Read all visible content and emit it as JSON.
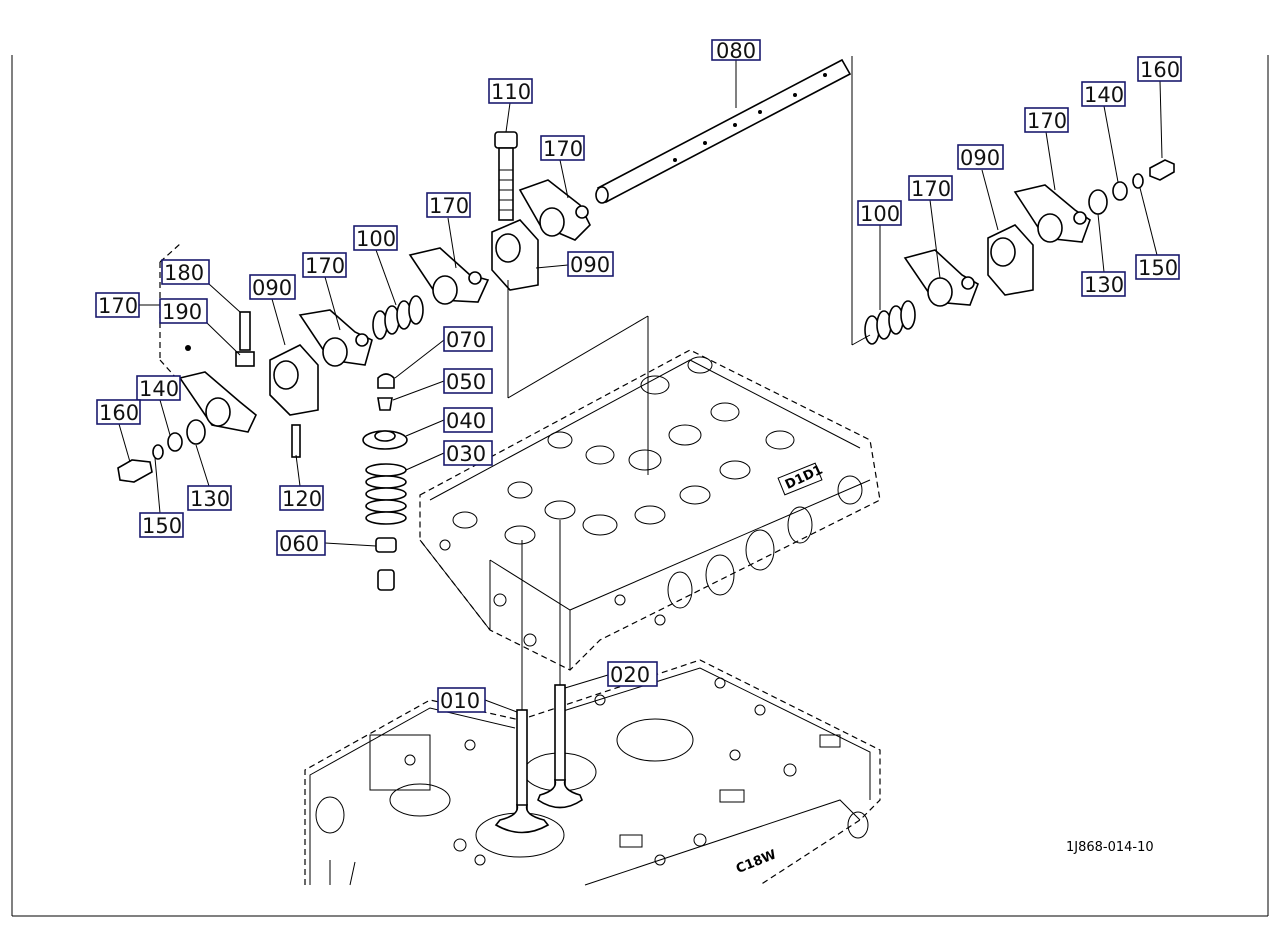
{
  "drawing": {
    "reference_code": "1J868-014-10",
    "engine_marks": [
      "D1D1",
      "C18W"
    ],
    "callouts": [
      {
        "id": "shaft",
        "text": "080"
      },
      {
        "id": "bolt-top",
        "text": "110"
      },
      {
        "id": "rocker-top",
        "text": "170"
      },
      {
        "id": "rocker-mid",
        "text": "170"
      },
      {
        "id": "bracket-mid",
        "text": "090"
      },
      {
        "id": "spring-mid",
        "text": "100"
      },
      {
        "id": "rocker-left-2",
        "text": "170"
      },
      {
        "id": "bracket-left",
        "text": "090"
      },
      {
        "id": "stud-left",
        "text": "180"
      },
      {
        "id": "rocker-left",
        "text": "170"
      },
      {
        "id": "nut-left",
        "text": "190"
      },
      {
        "id": "washer-left",
        "text": "140"
      },
      {
        "id": "bolt-left",
        "text": "160"
      },
      {
        "id": "ring-left",
        "text": "150"
      },
      {
        "id": "oring-left",
        "text": "130"
      },
      {
        "id": "pin-left",
        "text": "120"
      },
      {
        "id": "cap",
        "text": "070"
      },
      {
        "id": "collet",
        "text": "050"
      },
      {
        "id": "retainer",
        "text": "040"
      },
      {
        "id": "valve-spring",
        "text": "030"
      },
      {
        "id": "stem-seal",
        "text": "060"
      },
      {
        "id": "intake-valve",
        "text": "010"
      },
      {
        "id": "exhaust-valve",
        "text": "020"
      },
      {
        "id": "spring-right",
        "text": "100"
      },
      {
        "id": "rocker-right-1",
        "text": "170"
      },
      {
        "id": "bracket-right",
        "text": "090"
      },
      {
        "id": "rocker-right-2",
        "text": "170"
      },
      {
        "id": "washer-right",
        "text": "140"
      },
      {
        "id": "bolt-right",
        "text": "160"
      },
      {
        "id": "oring-right",
        "text": "130"
      },
      {
        "id": "ring-right",
        "text": "150"
      }
    ]
  }
}
